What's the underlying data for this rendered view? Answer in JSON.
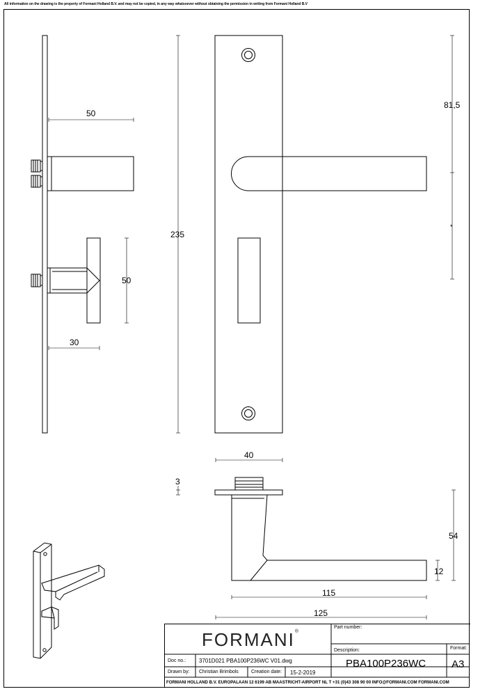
{
  "header": {
    "copyright_notice": "All information on the drawing is the property of Formani Holland B.V. and may not be copied, in any way whatsoever without obtaining the permission in writing from Formani Holland B.V"
  },
  "dimensions": {
    "side_lever_length": "50",
    "side_turn_height": "50",
    "side_turn_depth": "30",
    "plate_height": "235",
    "lever_offset": "81,5",
    "spindle_center_mark": "*",
    "plate_width": "40",
    "plate_thickness": "3",
    "lever_projection": "54",
    "lever_thickness": "12",
    "lever_reach": "115",
    "lever_total_length": "125"
  },
  "title_block": {
    "brand": "FORMANI",
    "brand_mark": "®",
    "part_number_label": "Part number:",
    "description_label": "Description:",
    "description_value": "PBA100P236WC",
    "format_label": "Format:",
    "format_value": "A3",
    "doc_no_label": "Doc no.:",
    "doc_no_value": "3701D021 PBA100P236WC V01.dwg",
    "drawn_by_label": "Drawn by:",
    "drawn_by_value": "Christian Brimbols",
    "creation_date_label": "Creation date:",
    "creation_date_value": "15-2-2019",
    "footer": "FORMANI HOLLAND B.V.  EUROPALAAN 12  6199 AB MAASTRICHT-AIRPORT NL  T +31 (0)43 308 90 00 INFO@FORMANI.COM FORMANI.COM"
  }
}
